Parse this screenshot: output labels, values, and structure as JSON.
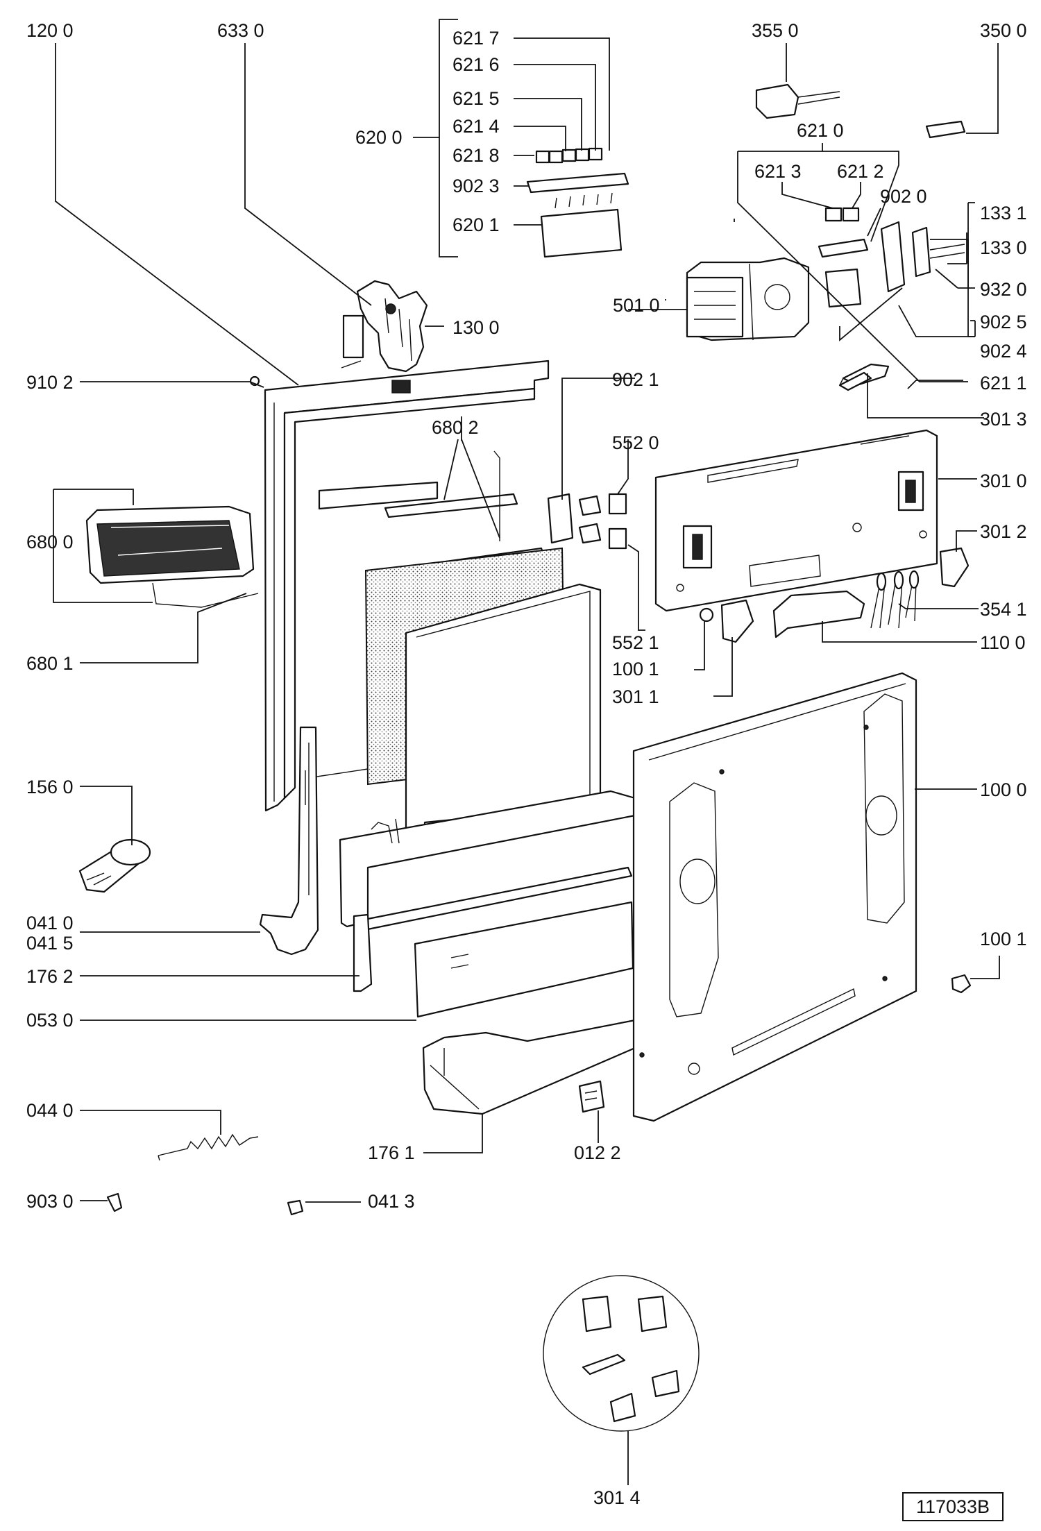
{
  "diagram": {
    "reference_number": "117033B",
    "labels": {
      "p1200": "120 0",
      "p6330": "633 0",
      "p6217": "621 7",
      "p6216": "621 6",
      "p6215": "621 5",
      "p6214": "621 4",
      "p6200": "620 0",
      "p6218": "621 8",
      "p9023": "902 3",
      "p6201": "620 1",
      "p3550": "355 0",
      "p3500": "350 0",
      "p6210": "621 0",
      "p6213": "621 3",
      "p6212": "621 2",
      "p9020": "902 0",
      "p1331": "133 1",
      "p1330": "133 0",
      "p9320": "932 0",
      "p5010": "501 0",
      "p9025": "902 5",
      "p9024": "902 4",
      "p1300": "130 0",
      "p6211": "621 1",
      "p9102": "910 2",
      "p9021": "902 1",
      "p3013": "301 3",
      "p6802": "680 2",
      "p5520": "552 0",
      "p3010": "301 0",
      "p6800": "680 0",
      "p3012": "301 2",
      "p3541": "354 1",
      "p5521": "552 1",
      "p1100": "110 0",
      "p6801": "680 1",
      "p1001a": "100 1",
      "p3011": "301 1",
      "p1560": "156 0",
      "p1000": "100 0",
      "p0410": "041 0",
      "p0415": "041 5",
      "p1001b": "100 1",
      "p1762": "176 2",
      "p0530": "053 0",
      "p0440": "044 0",
      "p1761": "176 1",
      "p0122": "012 2",
      "p9030": "903 0",
      "p0413": "041 3",
      "p3014": "301 4"
    }
  }
}
